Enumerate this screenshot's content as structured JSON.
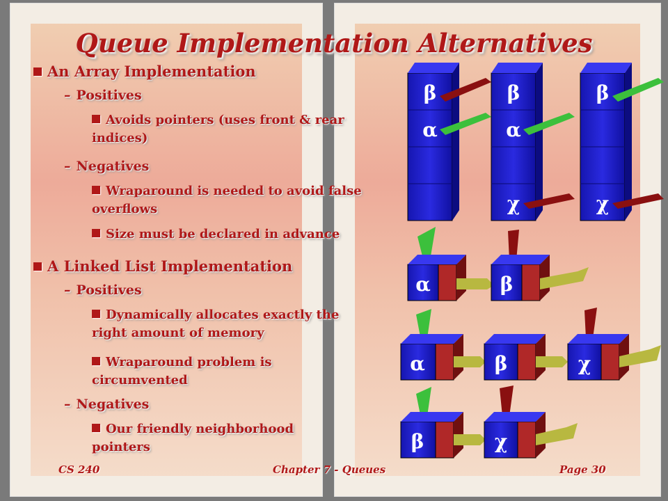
{
  "title": "Queue Implementation Alternatives",
  "array_section": {
    "heading": "An Array Implementation",
    "positives_label": "Positives",
    "positive_1": "Avoids pointers (uses front & rear indices)",
    "negatives_label": "Negatives",
    "negative_1": "Wraparound is needed to avoid false overflows",
    "negative_2": "Size must be declared in advance"
  },
  "linked_section": {
    "heading": "A Linked List Implementation",
    "positives_label": "Positives",
    "positive_1": "Dynamically allocates exactly the right amount of memory",
    "positive_2": "Wraparound problem is circumvented",
    "negatives_label": "Negatives",
    "negative_1": "Our friendly neighborhood pointers"
  },
  "footer": {
    "course": "CS 240",
    "chapter": "Chapter 7 - Queues",
    "page": "Page 30"
  },
  "colors": {
    "title": "#b01818",
    "block": "#1a1ac8",
    "node_ptr": "#b02828",
    "front_arrow": "#3cc03c",
    "rear_arrow": "#8a1010",
    "link": "#b8b840"
  },
  "greek": {
    "alpha": "α",
    "beta": "β",
    "chi": "χ"
  }
}
